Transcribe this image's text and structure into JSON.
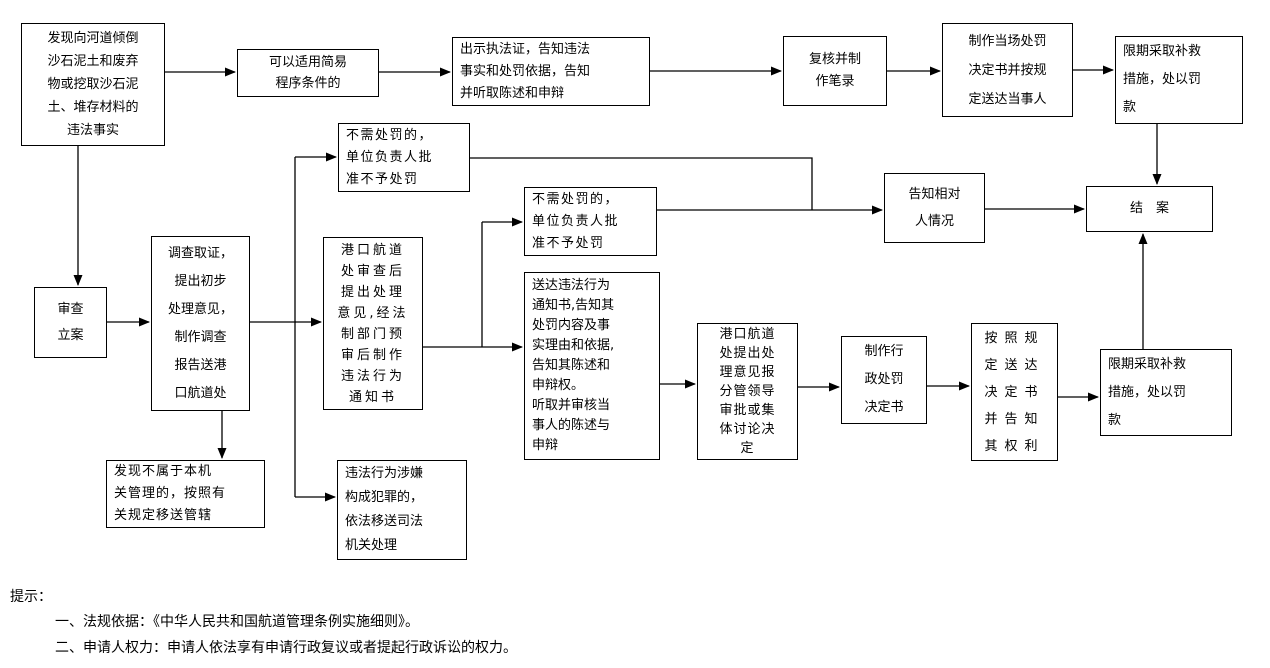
{
  "flowchart": {
    "nodes": {
      "discover": {
        "text": "发现向河道倾倒\n沙石泥土和废弃\n物或挖取沙石泥\n土、堆存材料的\n违法事实"
      },
      "simple_procedure": {
        "text": "可以适用简易\n程序条件的"
      },
      "show_cert": {
        "text": "出示执法证，告知违法\n事实和处罚依据，告知\n并听取陈述和申辩"
      },
      "review_record": {
        "text": "复核并制\n作笔录"
      },
      "onsite_decision": {
        "text": "制作当场处罚\n决定书并按规\n定送达当事人"
      },
      "remedy_fine_top": {
        "text": "限期采取补救\n措施，处以罚\n款"
      },
      "file_case": {
        "text": "审查\n立案"
      },
      "investigate": {
        "text": "调查取证，\n提出初步\n处理意见，\n制作调查\n报告送港\n口航道处"
      },
      "no_penalty_1": {
        "text": "不需处罚的，\n单位负责人批\n准不予处罚"
      },
      "channel_review": {
        "text": "港口航道\n处审查后\n提出处理\n意见,经法\n制部门预\n审后制作\n违法行为\n通知书"
      },
      "crime_transfer": {
        "text": "违法行为涉嫌\n构成犯罪的，\n依法移送司法\n机关处理"
      },
      "transfer_jurisdiction": {
        "text": "发现不属于本机\n关管理的，按照有\n关规定移送管辖"
      },
      "no_penalty_2": {
        "text": "不需处罚的，\n单位负责人批\n准不予处罚"
      },
      "serve_notice": {
        "text": "送达违法行为\n通知书,告知其\n处罚内容及事\n实理由和依据,\n告知其陈述和\n申辩权。\n听取并审核当\n事人的陈述与\n申辩"
      },
      "channel_propose": {
        "text": "港口航道\n处提出处\n理意见报\n分管领导\n审批或集\n体讨论决\n定"
      },
      "make_decision": {
        "text": "制作行\n政处罚\n决定书"
      },
      "serve_decision": {
        "text": "按照规\n定送达\n决定书\n并告知\n其权利"
      },
      "remedy_fine_bottom": {
        "text": "限期采取补救\n措施，处以罚\n款"
      },
      "inform_party": {
        "text": "告知相对\n人情况"
      },
      "close_case": {
        "text": "结　案"
      }
    },
    "notes": {
      "title": "提示：",
      "line1": "一、法规依据：《中华人民共和国航道管理条例实施细则》。",
      "line2": "二、申请人权力：申请人依法享有申请行政复议或者提起行政诉讼的权力。"
    },
    "colors": {
      "background": "#ffffff",
      "box_border": "#000000",
      "line": "#000000",
      "text": "#000000"
    }
  }
}
